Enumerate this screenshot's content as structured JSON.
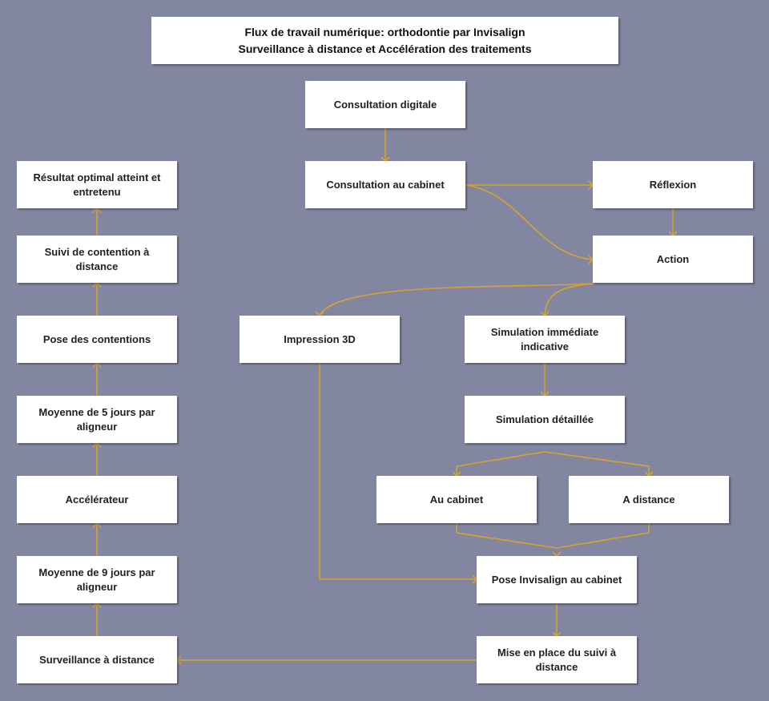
{
  "title": {
    "line1": "Flux de travail numérique: orthodontie par Invisalign",
    "line2": "Surveillance à distance et Accélération des traitements"
  },
  "colors": {
    "background": "#8386a0",
    "box": "#ffffff",
    "edge": "#d9a22e"
  },
  "nodes": {
    "consultation_digitale": "Consultation digitale",
    "consultation_cabinet": "Consultation au cabinet",
    "reflexion": "Réflexion",
    "action": "Action",
    "impression_3d": "Impression 3D",
    "simulation_immediate": "Simulation immédiate indicative",
    "simulation_detaillee": "Simulation détaillée",
    "au_cabinet": "Au cabinet",
    "a_distance": "A distance",
    "pose_invisalign": "Pose Invisalign au cabinet",
    "mise_en_place_suivi": "Mise en place du suivi à distance",
    "surveillance_distance": "Surveillance à distance",
    "moyenne_9_jours": "Moyenne de 9 jours par aligneur",
    "accelerateur": "Accélérateur",
    "moyenne_5_jours": "Moyenne de 5 jours par aligneur",
    "pose_contentions": "Pose des contentions",
    "suivi_contention": "Suivi de contention à distance",
    "resultat_optimal": "Résultat optimal atteint et entretenu"
  }
}
